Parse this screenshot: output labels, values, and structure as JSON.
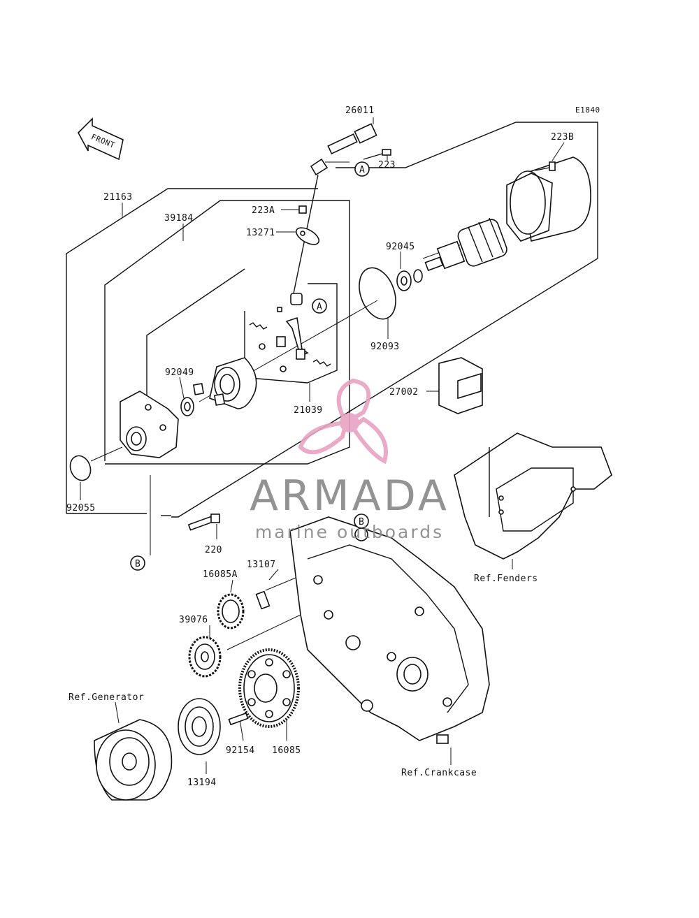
{
  "diagram_code": "E1840",
  "front_label": "FRONT",
  "labels": {
    "p26011": "26011",
    "p223": "223",
    "p223B": "223B",
    "p21163": "21163",
    "p39184": "39184",
    "p223A": "223A",
    "p13271": "13271",
    "p92045": "92045",
    "p92093": "92093",
    "p92049": "92049",
    "p21039": "21039",
    "p27002": "27002",
    "p92055": "92055",
    "p220": "220",
    "p13107": "13107",
    "p16085A": "16085A",
    "p39076": "39076",
    "p16085": "16085",
    "p92154": "92154",
    "p13194": "13194",
    "ref_generator": "Ref.Generator",
    "ref_fenders": "Ref.Fenders",
    "ref_crankcase": "Ref.Crankcase"
  },
  "callouts": {
    "a1": "A",
    "a2": "A",
    "b1": "B",
    "b2": "B"
  },
  "watermark": {
    "title": "ARMADA",
    "subtitle": "marine outboards",
    "color": "#e8a3c4"
  }
}
